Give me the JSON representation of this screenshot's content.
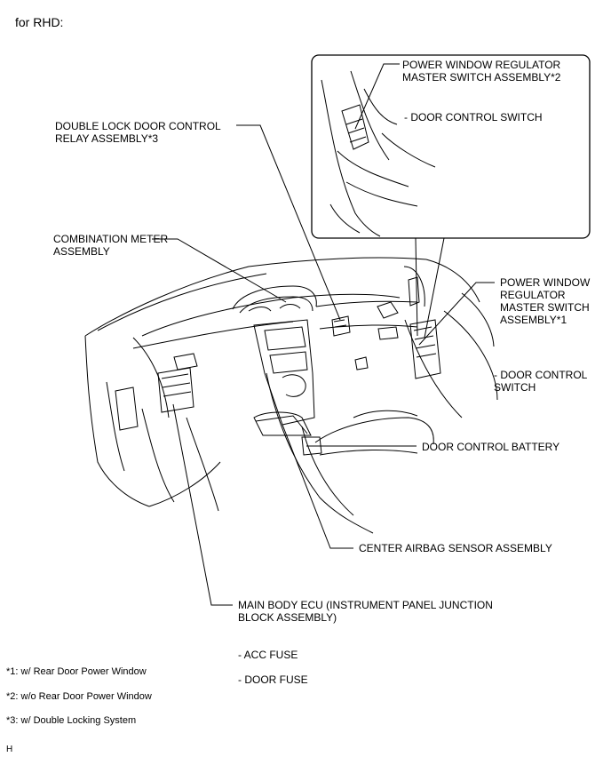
{
  "heading": "for RHD:",
  "callouts": {
    "pwr_master_2": "POWER WINDOW REGULATOR\nMASTER SWITCH ASSEMBLY*2",
    "door_control_switch_inset": "- DOOR CONTROL SWITCH",
    "double_lock_relay": "DOUBLE LOCK DOOR CONTROL\nRELAY ASSEMBLY*3",
    "combination_meter": "COMBINATION METER\nASSEMBLY",
    "pwr_master_1": "POWER WINDOW\nREGULATOR\nMASTER SWITCH\nASSEMBLY*1",
    "door_control_switch_main": "- DOOR CONTROL\nSWITCH",
    "door_control_battery": "DOOR CONTROL BATTERY",
    "center_airbag": "CENTER AIRBAG SENSOR ASSEMBLY",
    "main_body_ecu": "MAIN BODY ECU (INSTRUMENT PANEL JUNCTION\nBLOCK ASSEMBLY)",
    "acc_fuse": "- ACC FUSE",
    "door_fuse": "- DOOR FUSE"
  },
  "footnotes": {
    "n1": "*1: w/ Rear Door Power Window",
    "n2": "*2: w/o Rear Door Power Window",
    "n3": "*3: w/ Double Locking System"
  },
  "figure_code": "H"
}
